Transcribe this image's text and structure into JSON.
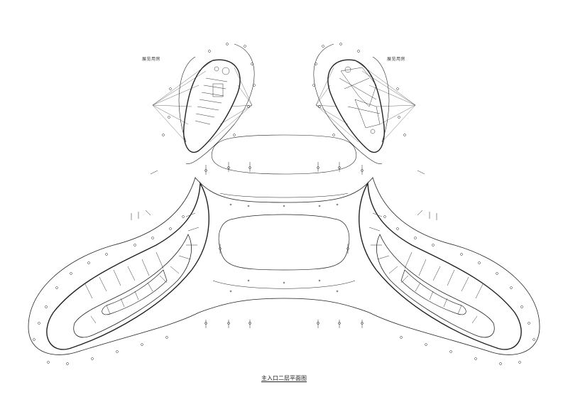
{
  "drawing": {
    "title": "主入口二层平面图",
    "labels": {
      "left_pod": "展览用房",
      "right_pod": "展览用房"
    }
  },
  "colors": {
    "line": "#222222",
    "thin_line": "#555555",
    "background": "#ffffff"
  }
}
